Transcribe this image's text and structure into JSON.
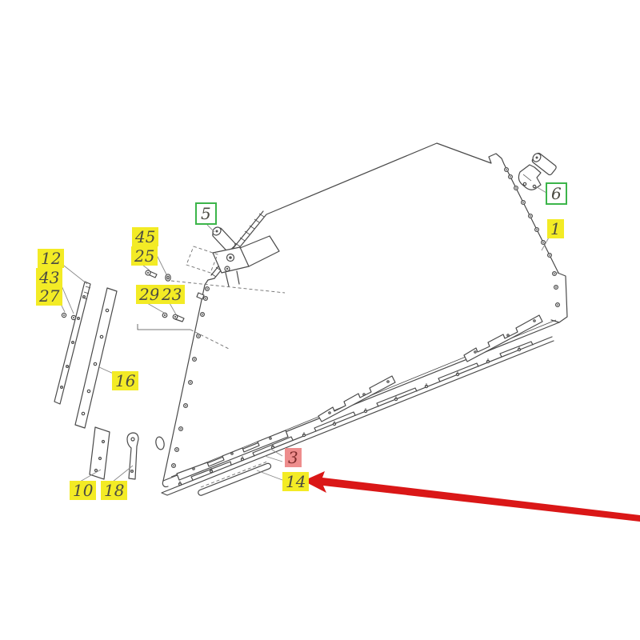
{
  "page": {
    "background": "#ffffff",
    "description_visible_text_only": true
  },
  "colors": {
    "highlight_yellow": "#f3eb25",
    "highlight_pink": "#ee8d8d",
    "green_border": "#3cb54a",
    "label_text": "#4b4b42",
    "pink_text": "#7d2a2a",
    "arrow_red": "#da1717",
    "line_color": "#4a4a4a",
    "leader_color": "#8a8a8a"
  },
  "labels": {
    "n12": {
      "text": "12",
      "style": "yellow"
    },
    "n43": {
      "text": "43",
      "style": "yellow"
    },
    "n27": {
      "text": "27",
      "style": "yellow"
    },
    "n45": {
      "text": "45",
      "style": "yellow"
    },
    "n25": {
      "text": "25",
      "style": "yellow"
    },
    "n29": {
      "text": "29",
      "style": "yellow"
    },
    "n23": {
      "text": "23",
      "style": "yellow"
    },
    "n16": {
      "text": "16",
      "style": "yellow"
    },
    "n10": {
      "text": "10",
      "style": "yellow"
    },
    "n18": {
      "text": "18",
      "style": "yellow"
    },
    "n1": {
      "text": "1",
      "style": "yellow"
    },
    "n14": {
      "text": "14",
      "style": "yellow"
    },
    "n3": {
      "text": "3",
      "style": "pink"
    },
    "n5": {
      "text": "5",
      "style": "green"
    },
    "n6": {
      "text": "6",
      "style": "green"
    }
  },
  "annotation": {
    "arrow_points_to_label": "14"
  }
}
